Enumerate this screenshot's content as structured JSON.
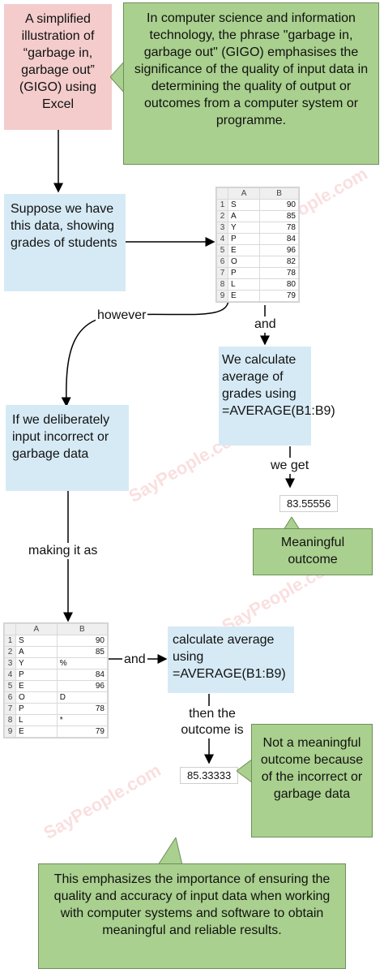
{
  "title_box": "A simplified illustration of “garbage in, garbage out” (GIGO) using Excel",
  "definition_box": "In computer science and information technology, the phrase \"garbage in, garbage out\" (GIGO) emphasises the significance of the quality of input data in determining the quality of output or outcomes from a computer system or programme.",
  "step1_box": "Suppose we have this data, showing grades of students",
  "step2_box": "We calculate average of grades using =AVERAGE(B1:B9)",
  "step3_box": "If we deliberately input incorrect or garbage data",
  "step4_box": "calculate average using =AVERAGE(B1:B9)",
  "meaningful_box": "Meaningful outcome",
  "not_meaningful_box": "Not a meaningful outcome because of the incorrect or garbage data",
  "conclusion_box": "This emphasizes the importance of ensuring the quality and accuracy of input data when working with computer systems and software to obtain meaningful and reliable results.",
  "labels": {
    "however": "however",
    "and1": "and",
    "we_get": "we get",
    "making": "making it as",
    "and2": "and",
    "then": "then the outcome is"
  },
  "sheet_headers": {
    "col_a": "A",
    "col_b": "B"
  },
  "sheet1_rows": [
    {
      "n": "1",
      "a": "S",
      "b": "90"
    },
    {
      "n": "2",
      "a": "A",
      "b": "85"
    },
    {
      "n": "3",
      "a": "Y",
      "b": "78"
    },
    {
      "n": "4",
      "a": "P",
      "b": "84"
    },
    {
      "n": "5",
      "a": "E",
      "b": "96"
    },
    {
      "n": "6",
      "a": "O",
      "b": "82"
    },
    {
      "n": "7",
      "a": "P",
      "b": "78"
    },
    {
      "n": "8",
      "a": "L",
      "b": "80"
    },
    {
      "n": "9",
      "a": "E",
      "b": "79"
    }
  ],
  "sheet2_rows": [
    {
      "n": "1",
      "a": "S",
      "b": "90",
      "text": false
    },
    {
      "n": "2",
      "a": "A",
      "b": "85",
      "text": false
    },
    {
      "n": "3",
      "a": "Y",
      "b": "%",
      "text": true
    },
    {
      "n": "4",
      "a": "P",
      "b": "84",
      "text": false
    },
    {
      "n": "5",
      "a": "E",
      "b": "96",
      "text": false
    },
    {
      "n": "6",
      "a": "O",
      "b": "D",
      "text": true
    },
    {
      "n": "7",
      "a": "P",
      "b": "78",
      "text": false
    },
    {
      "n": "8",
      "a": "L",
      "b": "*",
      "text": true
    },
    {
      "n": "9",
      "a": "E",
      "b": "79",
      "text": false
    }
  ],
  "result1": "83.55556",
  "result2": "85.33333",
  "watermark": "SayPeople.com",
  "colors": {
    "pink": "#f4cccc",
    "green": "#a9d08e",
    "blue": "#d6eaf5"
  }
}
